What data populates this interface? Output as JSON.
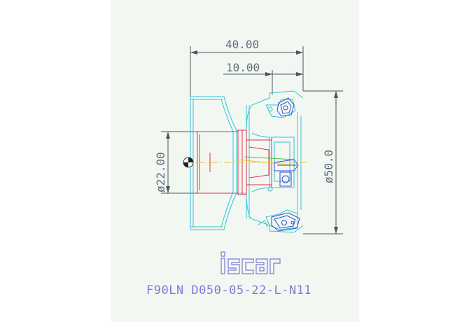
{
  "drawing": {
    "dimensions": {
      "overall_length": "40.00",
      "insert_offset": "10.00",
      "bore_diameter": "ø22.00",
      "cutter_diameter": "ø50.0"
    },
    "brand": "iscar",
    "part_code": "F90LN D050-05-22-L-N11"
  },
  "colors": {
    "sheet": "#f3f7f2",
    "dimension": "#4a5560",
    "outline": "#28c7d9",
    "hidden": "#e0304a",
    "insert": "#2a4fd0",
    "logo": "#7b7bd6"
  }
}
